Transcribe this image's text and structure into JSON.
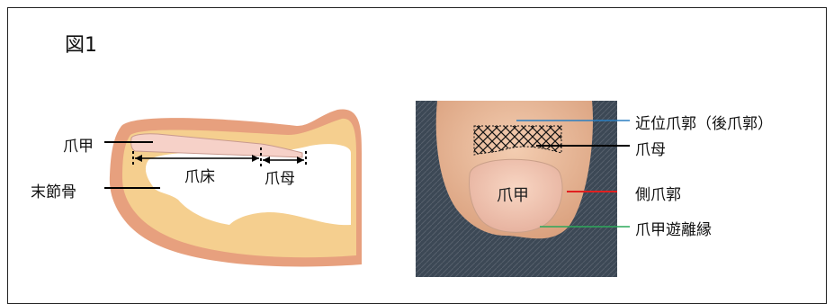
{
  "figure": {
    "title": "図1"
  },
  "left_diagram": {
    "labels": {
      "nail_plate": "爪甲",
      "distal_phalanx": "末節骨",
      "nail_bed": "爪床",
      "nail_matrix": "爪母"
    },
    "colors": {
      "skin_outer": "#e7a07e",
      "skin_inner": "#f5cf8f",
      "nail": "#f6d1c8",
      "bone_cavity": "#ffffff"
    }
  },
  "right_photo": {
    "nail_label": "爪甲",
    "labels": {
      "proximal_nail_fold": "近位爪郭（後爪郭）",
      "nail_matrix": "爪母",
      "lateral_nail_fold": "側爪郭",
      "hyponychium": "爪甲遊離縁"
    },
    "leader_colors": {
      "proximal_nail_fold": "#2a7fc2",
      "nail_matrix": "#000000",
      "lateral_nail_fold": "#e02020",
      "hyponychium": "#2ca85a"
    }
  }
}
